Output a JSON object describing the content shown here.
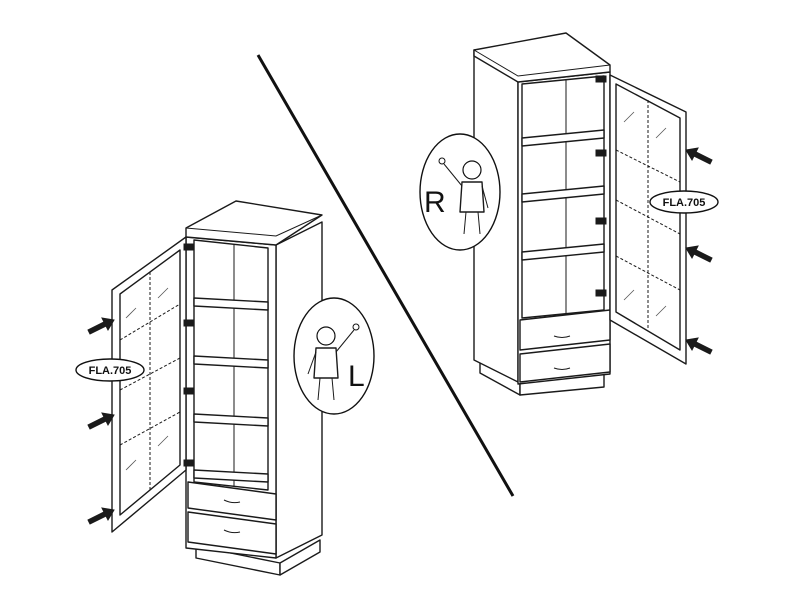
{
  "left_assembly": {
    "part_label": "FLA.705",
    "side_letter": "L"
  },
  "right_assembly": {
    "part_label": "FLA.705",
    "side_letter": "R"
  }
}
